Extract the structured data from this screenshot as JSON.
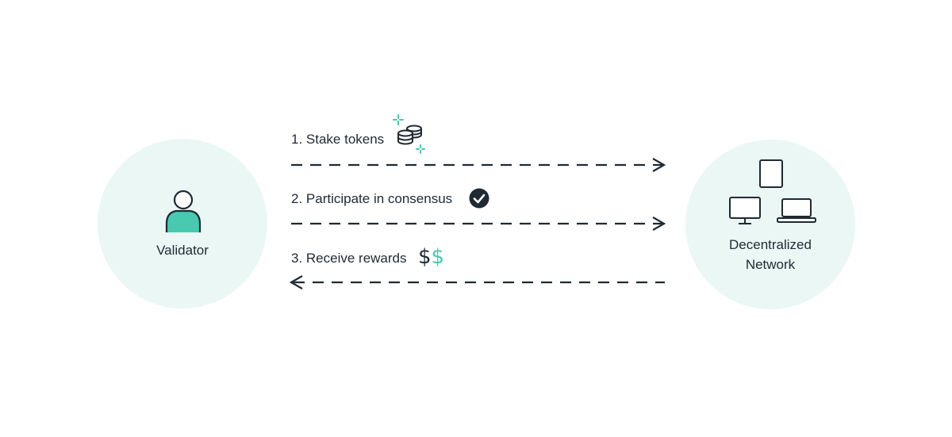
{
  "nodes": {
    "validator": {
      "label": "Validator",
      "icon": "person-icon"
    },
    "network": {
      "label_line1": "Decentralized",
      "label_line2": "Network",
      "icons": [
        "tablet-icon",
        "desktop-monitor-icon",
        "laptop-icon"
      ]
    }
  },
  "steps": [
    {
      "label": "1. Stake tokens",
      "icon": "coins-icon",
      "direction": "validator-to-network"
    },
    {
      "label": "2. Participate in consensus",
      "icon": "check-circle-icon",
      "direction": "validator-to-network"
    },
    {
      "label": "3. Receive rewards",
      "icon": "dollar-signs-icon",
      "icon_text_dark": "$",
      "icon_text_accent": "$",
      "direction": "network-to-validator"
    }
  ],
  "colors": {
    "circle_fill": "#eaf7f5",
    "accent": "#48c9b0",
    "ink": "#1f2a33"
  }
}
